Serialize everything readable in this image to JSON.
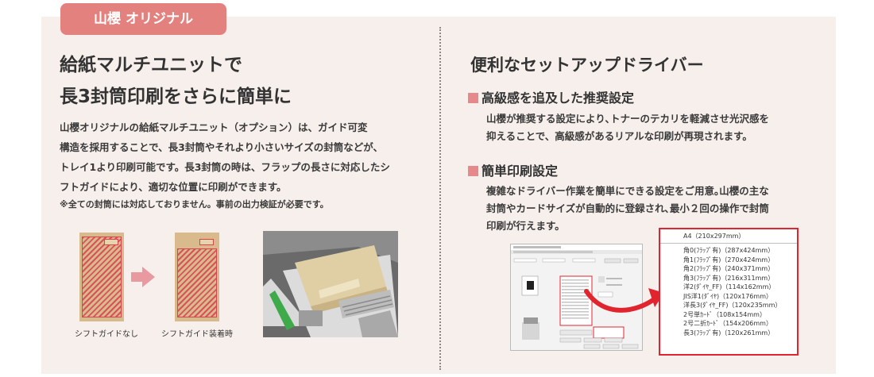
{
  "left": {
    "tag": "山櫻 オリジナル",
    "heading": [
      "給紙マルチユニットで",
      "長3封筒印刷をさらに簡単に"
    ],
    "body": [
      "山櫻オリジナルの給紙マルチユニット（オプション）は、ガイド可変",
      "構造を採用することで、長3封筒やそれより小さいサイズの封筒などが、",
      "トレイ1より印刷可能です。長3封筒の時は、フラップの長さに対応したシ",
      "フトガイドにより、適切な位置に印刷ができます。"
    ],
    "note": "※全ての封筒には対応しておりません。事前の出力検証が必要です。",
    "caption_before": "シフトガイドなし",
    "caption_after": "シフトガイド装着時"
  },
  "right": {
    "heading": "便利なセットアップドライバー",
    "section1": {
      "title": "高級感を追及した推奨設定",
      "body": [
        "山櫻が推奨する設定により､トナーのテカリを軽減させ光沢感を",
        "抑えることで、高級感があるリアルな印刷が再現されます。"
      ]
    },
    "section2": {
      "title": "簡単印刷設定",
      "body": [
        "複雑なドライバー作業を簡単にできる設定をご用意｡山櫻の主な",
        "封筒やカードサイズが自動的に登録され､最小２回の操作で封筒",
        "印刷が行えます。"
      ]
    },
    "paper_list": {
      "selected": "A4（210x297mm）",
      "items": [
        "角0(ﾌﾗｯﾌﾟ有)（287x424mm）",
        "角1(ﾌﾗｯﾌﾟ有)（270x424mm）",
        "角2(ﾌﾗｯﾌﾟ有)（240x371mm）",
        "角3(ﾌﾗｯﾌﾟ有)（216x311mm）",
        "洋2(ﾀﾞｲﾔ_FF)（114x162mm）",
        "JIS洋1(ﾀﾞｲﾔ)（120x176mm）",
        "洋長3(ﾀﾞｲﾔ_FF)（120x235mm）",
        "2号単ｶｰﾄﾞ（108x154mm）",
        "2号二折ｶｰﾄﾞ（154x206mm）",
        "長3(ﾌﾗｯﾌﾟ有)（120x261mm）"
      ]
    }
  },
  "colors": {
    "panel": "#f7efec",
    "accent": "#e3817f",
    "highlight": "#e0252f"
  }
}
